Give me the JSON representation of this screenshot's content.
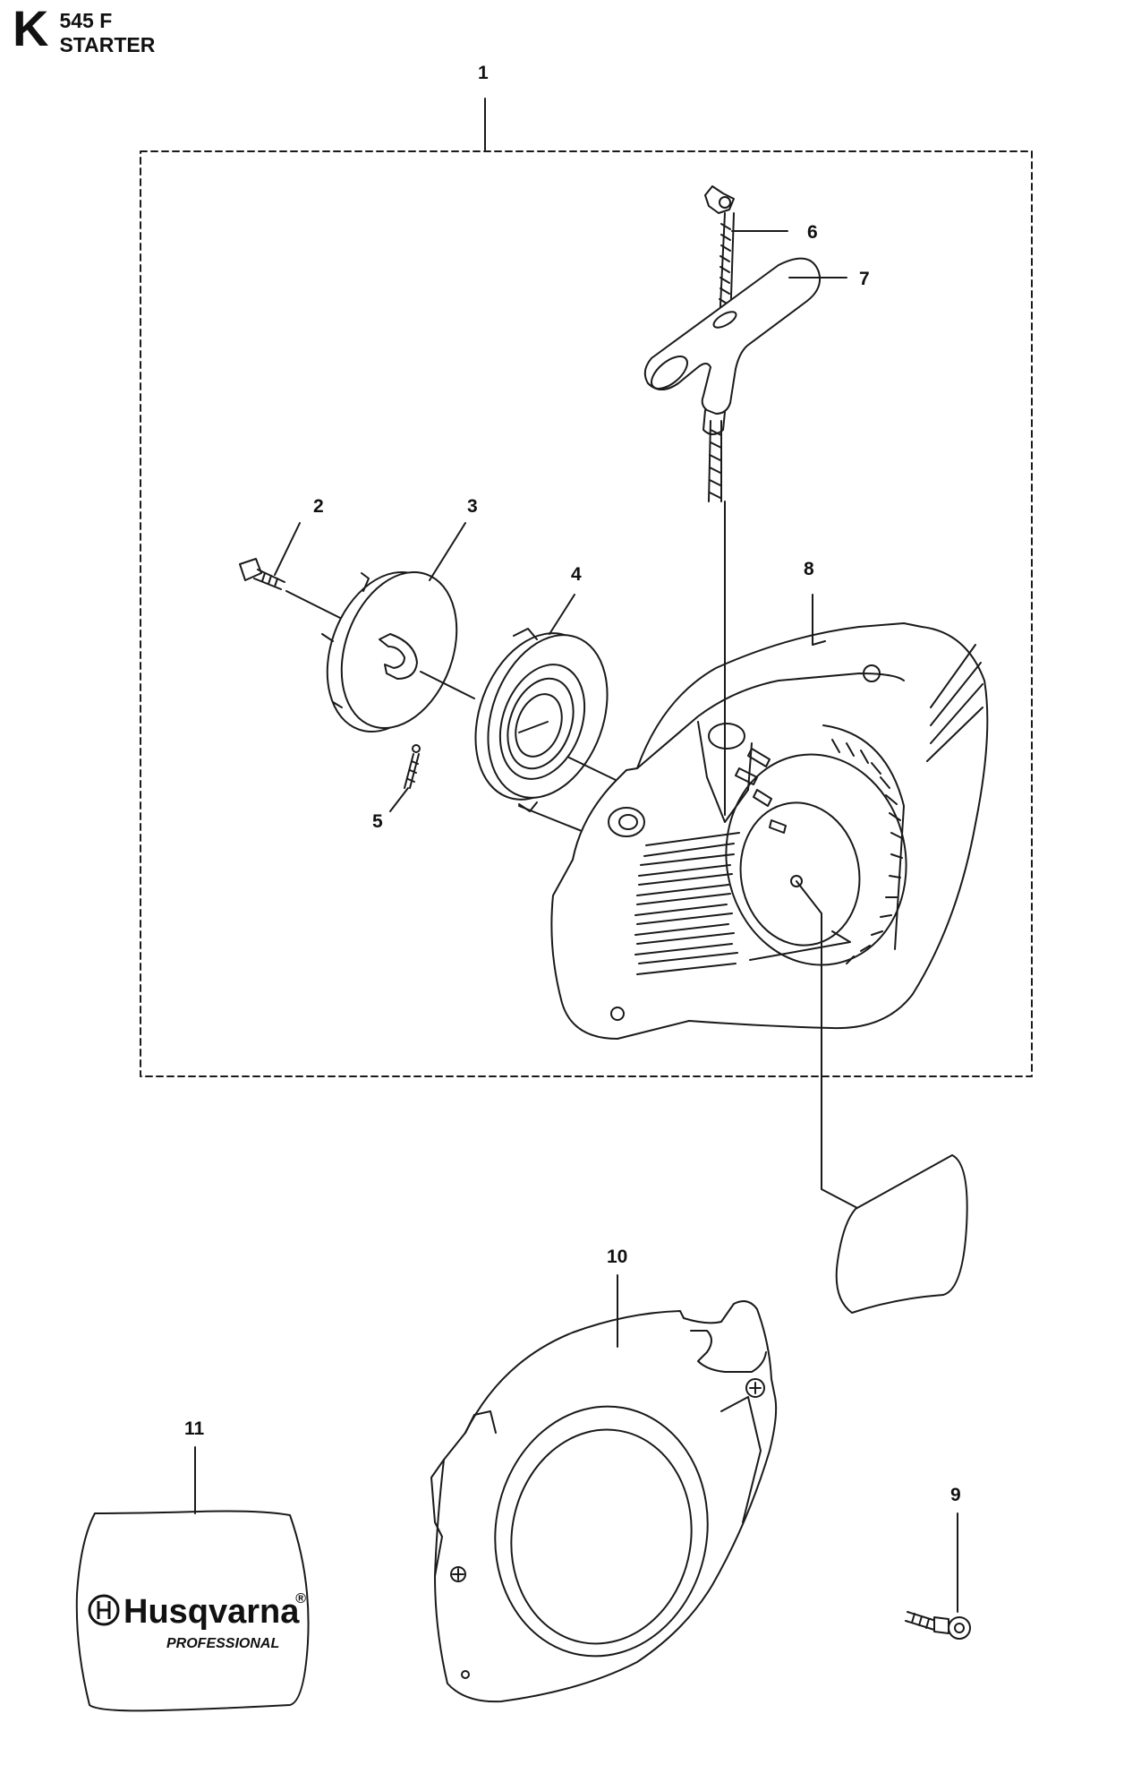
{
  "header": {
    "section_letter": "K",
    "model": "545 F",
    "section_title": "STARTER"
  },
  "callouts": {
    "c1": "1",
    "c2": "2",
    "c3": "3",
    "c4": "4",
    "c5": "5",
    "c6": "6",
    "c7": "7",
    "c8": "8",
    "c9": "9",
    "c10": "10",
    "c11": "11"
  },
  "decal": {
    "brand": "Husqvarna",
    "brand_mark": "®",
    "tagline": "PROFESSIONAL"
  }
}
